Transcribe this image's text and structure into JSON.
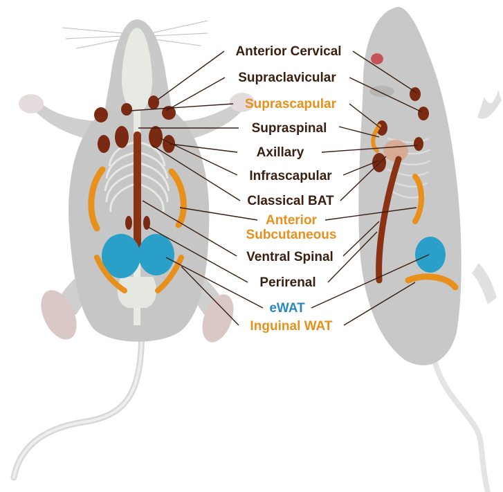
{
  "labels": {
    "anterior_cervical": "Anterior Cervical",
    "supraclavicular": "Supraclavicular",
    "suprascapular": "Suprascapular",
    "supraspinal": "Supraspinal",
    "axillary": "Axillary",
    "infrascapular": "Infrascapular",
    "classical_bat": "Classical BAT",
    "anterior_subcutaneous_line1": "Anterior",
    "anterior_subcutaneous_line2": "Subcutaneous",
    "ventral_spinal": "Ventral Spinal",
    "perirenal": "Perirenal",
    "ewat": "eWAT",
    "inguinal_wat": "Inguinal WAT"
  },
  "colors": {
    "brown_fat": "#7a2a12",
    "beige_fat": "#e8901c",
    "white_fat": "#2aa0c8",
    "label_dark": "#3a1e10",
    "label_orange": "#e8901c",
    "label_blue": "#2a88c0"
  }
}
